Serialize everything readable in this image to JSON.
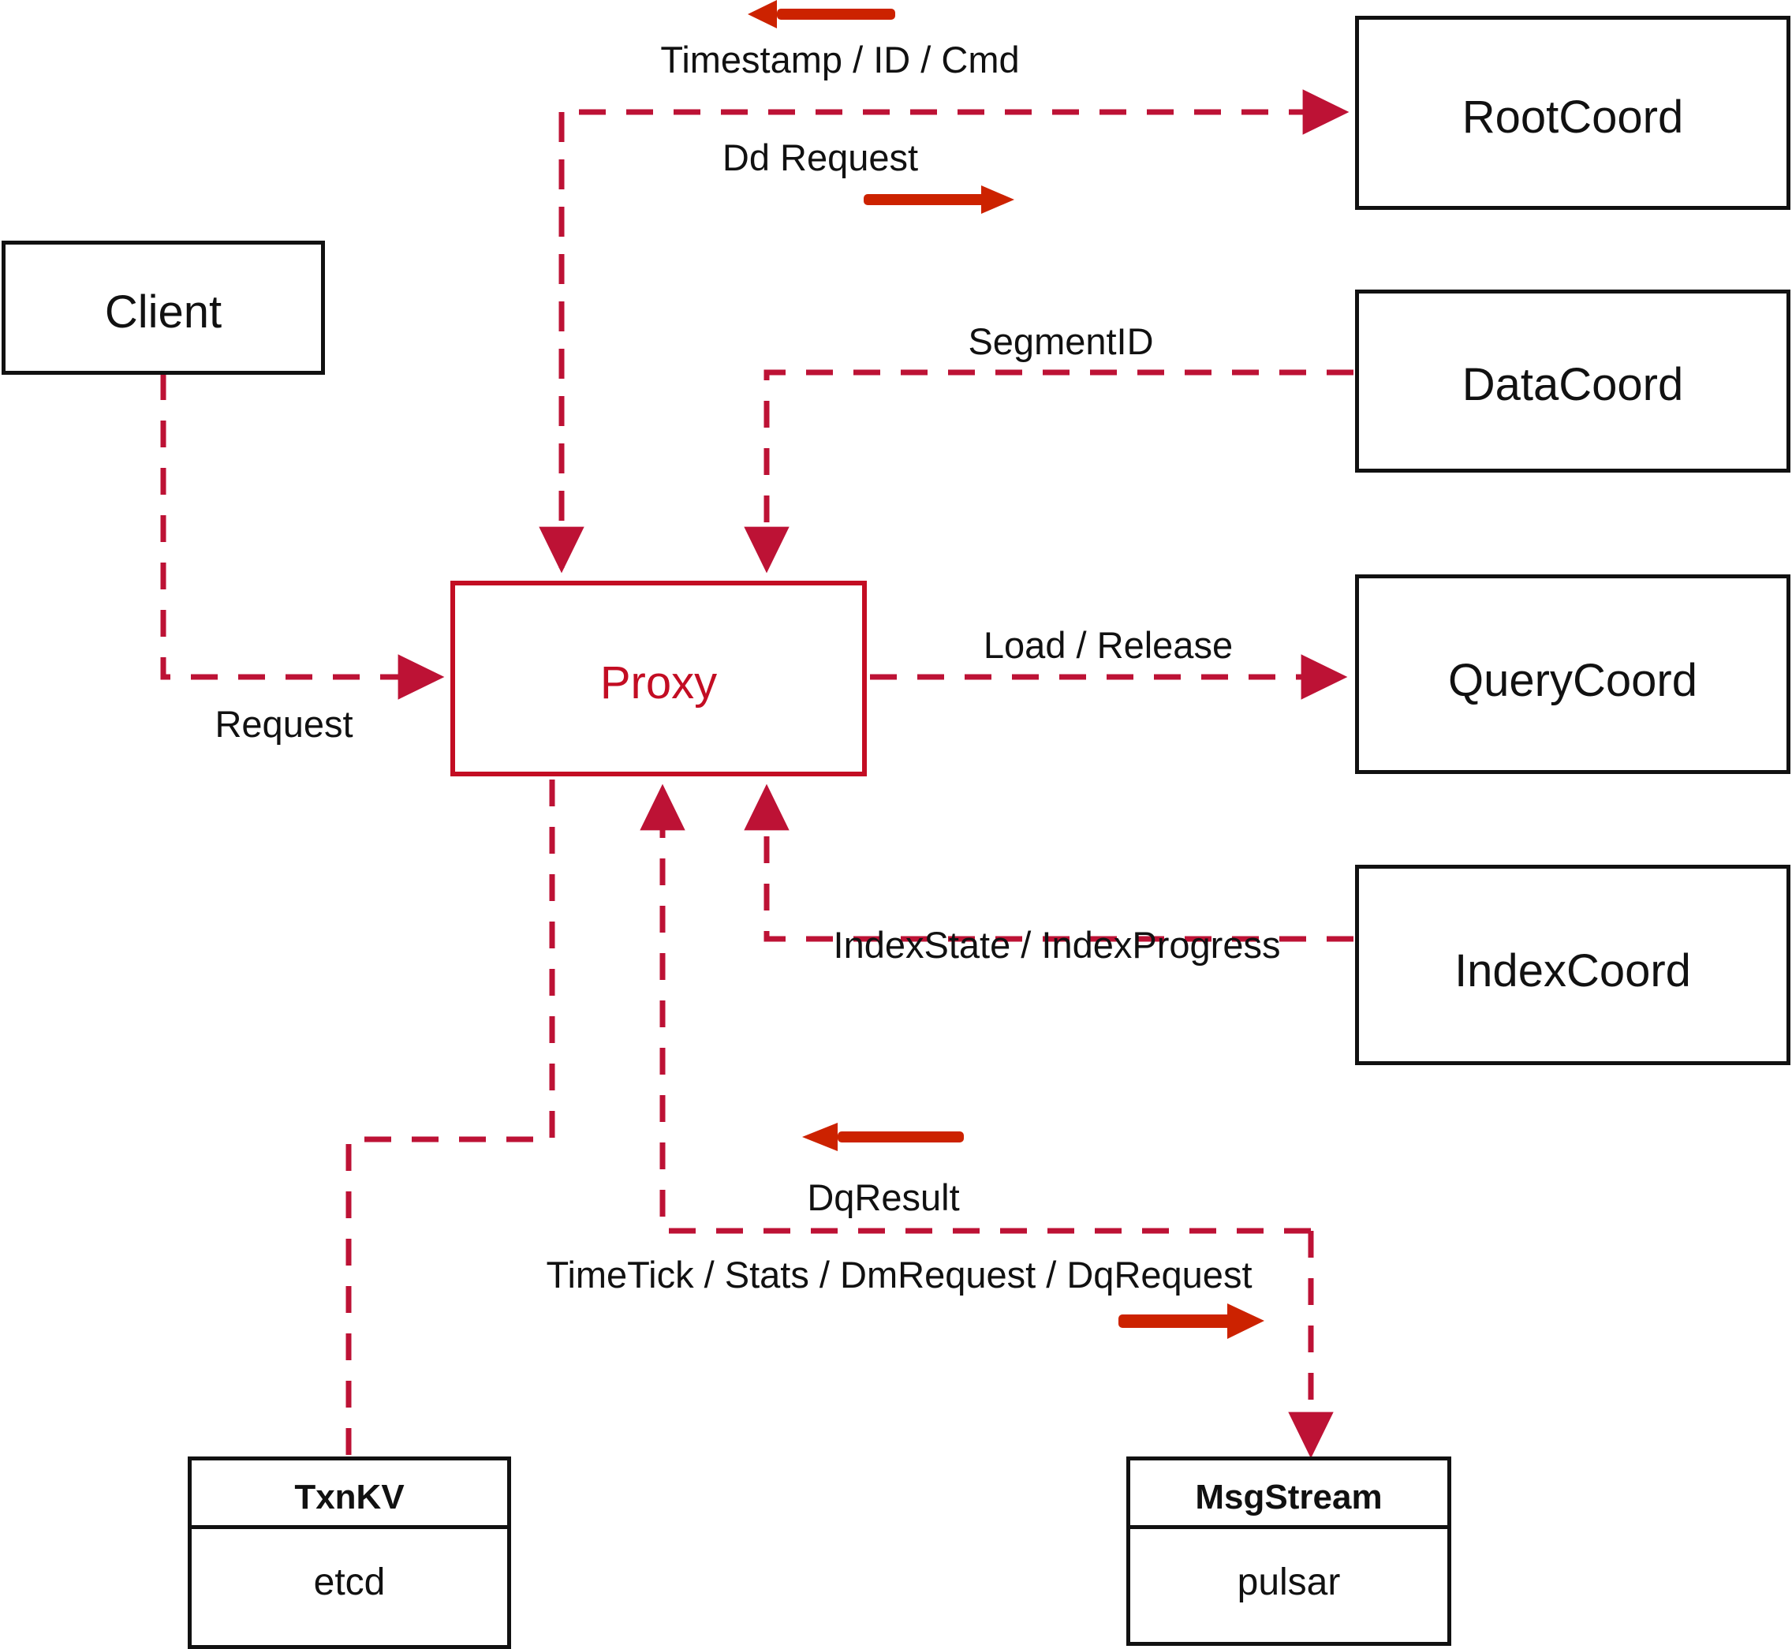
{
  "diagram": {
    "title": "Milvus Proxy interaction diagram",
    "colors": {
      "node_border": "#111111",
      "proxy_border": "#c30d23",
      "proxy_text": "#c30d23",
      "dashed_edge": "#bd1235",
      "annotation_arrow": "#cc2200",
      "label_text": "#111111",
      "background": "#ffffff"
    },
    "nodes": {
      "client": {
        "label": "Client"
      },
      "proxy": {
        "label": "Proxy"
      },
      "root_coord": {
        "label": "RootCoord"
      },
      "data_coord": {
        "label": "DataCoord"
      },
      "query_coord": {
        "label": "QueryCoord"
      },
      "index_coord": {
        "label": "IndexCoord"
      },
      "txnkv": {
        "header": "TxnKV",
        "body": "etcd"
      },
      "msgstream": {
        "header": "MsgStream",
        "body": "pulsar"
      }
    },
    "edge_labels": {
      "timestamp_id_cmd": "Timestamp / ID / Cmd",
      "dd_request": "Dd Request",
      "segment_id": "SegmentID",
      "request": "Request",
      "load_release": "Load / Release",
      "index_state_progress": "IndexState / IndexProgress",
      "dq_result": "DqResult",
      "timetick_stats": "TimeTick / Stats / DmRequest / DqRequest"
    },
    "annotation_arrows": [
      {
        "name": "timestamp-direction-arrow",
        "direction": "left"
      },
      {
        "name": "dd-request-direction-arrow",
        "direction": "right"
      },
      {
        "name": "dq-result-direction-arrow",
        "direction": "left"
      },
      {
        "name": "msgstream-direction-arrow",
        "direction": "right"
      }
    ]
  }
}
